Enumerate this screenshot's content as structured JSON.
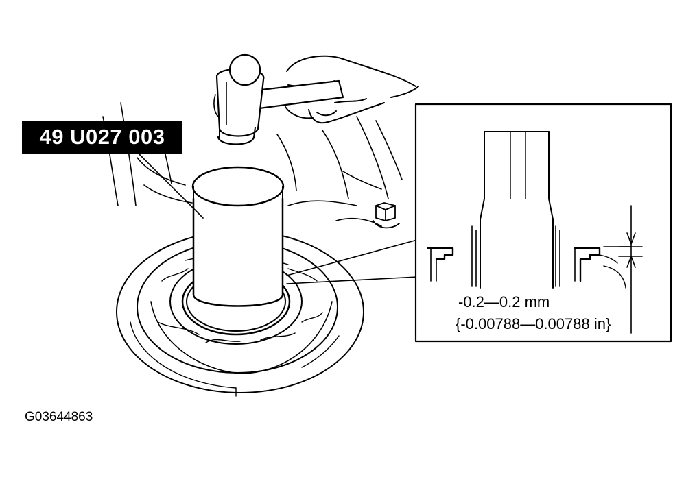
{
  "callout": {
    "tool_number": "49 U027 003"
  },
  "detail": {
    "tolerance_mm": "-0.2—0.2 mm",
    "tolerance_in": "{-0.00788—0.00788 in}"
  },
  "figure_id": "G03644863",
  "colors": {
    "ink": "#000000",
    "paper": "#ffffff"
  },
  "icons": [
    "hammer-icon",
    "hand-icon",
    "installer-tool-icon",
    "oil-seal-icon"
  ]
}
